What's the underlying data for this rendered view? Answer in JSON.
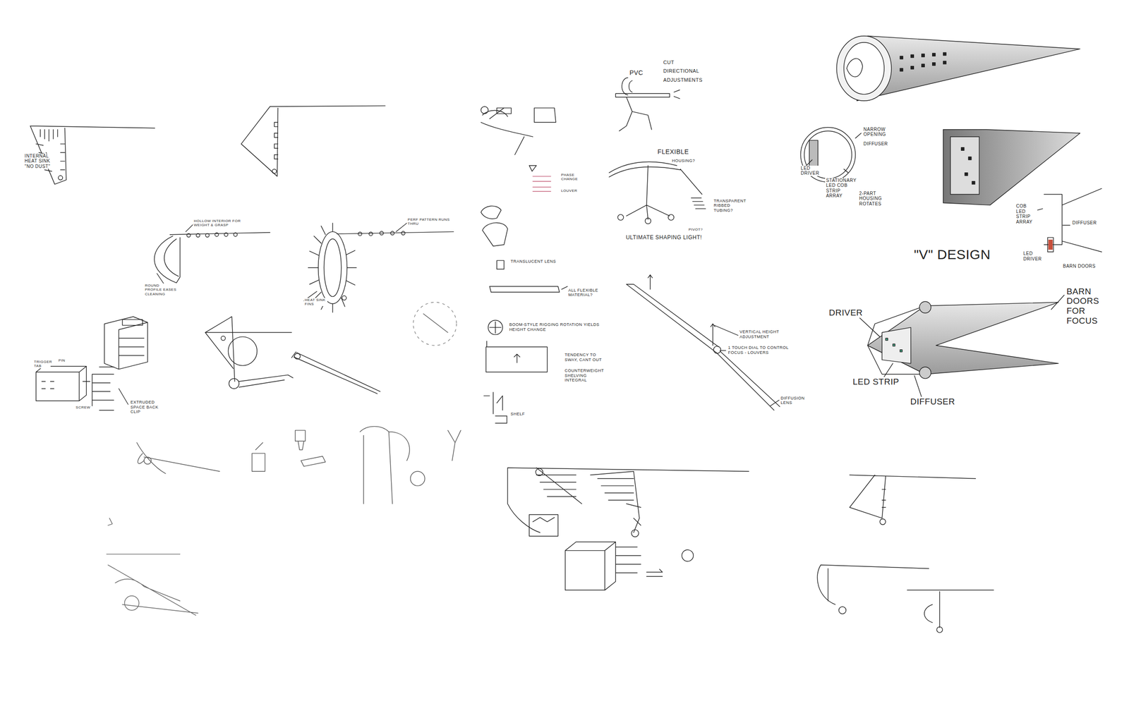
{
  "diagram": {
    "labels": [
      "INTERNAL HEAT SINK \"NO DUST\"",
      "TRIGGER TAB",
      "PIN",
      "SCREW",
      "EXTRUDED SPACE BACK CLIP",
      "HOLLOW INTERIOR FOR WEIGHT & GRASP",
      "ROUND PROFILE EASES CLEANING",
      "PERF PATTERN RUNS THRU",
      "HEAT SINK FINS",
      "PVC",
      "CUT",
      "DIRECTIONAL",
      "ADJUSTMENTS",
      "FLEXIBLE",
      "HOUSING?",
      "TRANSPARENT RIBBED TUBING?",
      "PIVOT?",
      "ULTIMATE SHAPING LIGHT!",
      "PHASE CHANGE",
      "LOUVER",
      "TRANSLUCENT LENS",
      "ALL FLEXIBLE MATERIAL?",
      "BOOM-STYLE RIGGING ROTATION YIELDS HEIGHT CHANGE",
      "TENDENCY TO SWAY, CANT OUT",
      "COUNTERWEIGHT SHELVING INTEGRAL",
      "SHELF",
      "VERTICAL HEIGHT ADJUSTMENT",
      "1 TOUCH DIAL TO CONTROL FOCUS - LOUVERS",
      "DIFFUSION LENS",
      "NARROW OPENING",
      "DIFFUSER",
      "LED DRIVER",
      "STATIONARY LED COB STRIP ARRAY",
      "2-PART HOUSING ROTATES",
      "COB LED STRIP ARRAY",
      "DIFFUSER",
      "LED DRIVER",
      "BARN DOORS",
      "\"V\" DESIGN",
      "DRIVER",
      "BARN DOORS FOR FOCUS",
      "LED STRIP",
      "DIFFUSER"
    ]
  }
}
